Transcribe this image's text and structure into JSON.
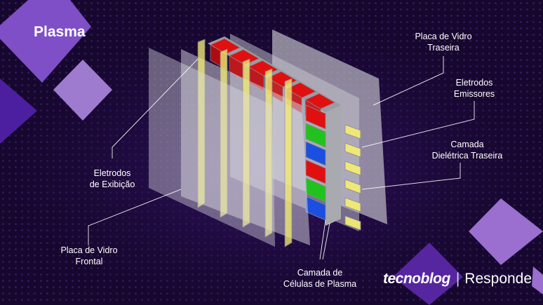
{
  "title": "Plasma",
  "labels": {
    "rear_glass": "Placa de Vidro\nTraseira",
    "emitter_electrodes": "Eletrodos\nEmissores",
    "rear_dielectric": "Camada\nDielétrica Traseira",
    "display_electrodes": "Eletrodos\nde Exibição",
    "front_glass": "Placa de Vidro\nFrontal",
    "plasma_cells": "Camada de\nCélulas de Plasma"
  },
  "brand": {
    "name": "tecnoblog",
    "separator": "|",
    "section": "Responde"
  },
  "colors": {
    "background": "#16072e",
    "purple_light": "#9a6fd0",
    "purple_dark": "#5a2aa0",
    "cell_red": "#e01010",
    "cell_green": "#22c21e",
    "cell_blue": "#1b4fe0",
    "electrode_yellow": "#f3ec74",
    "glass": "#d4d4d8"
  }
}
